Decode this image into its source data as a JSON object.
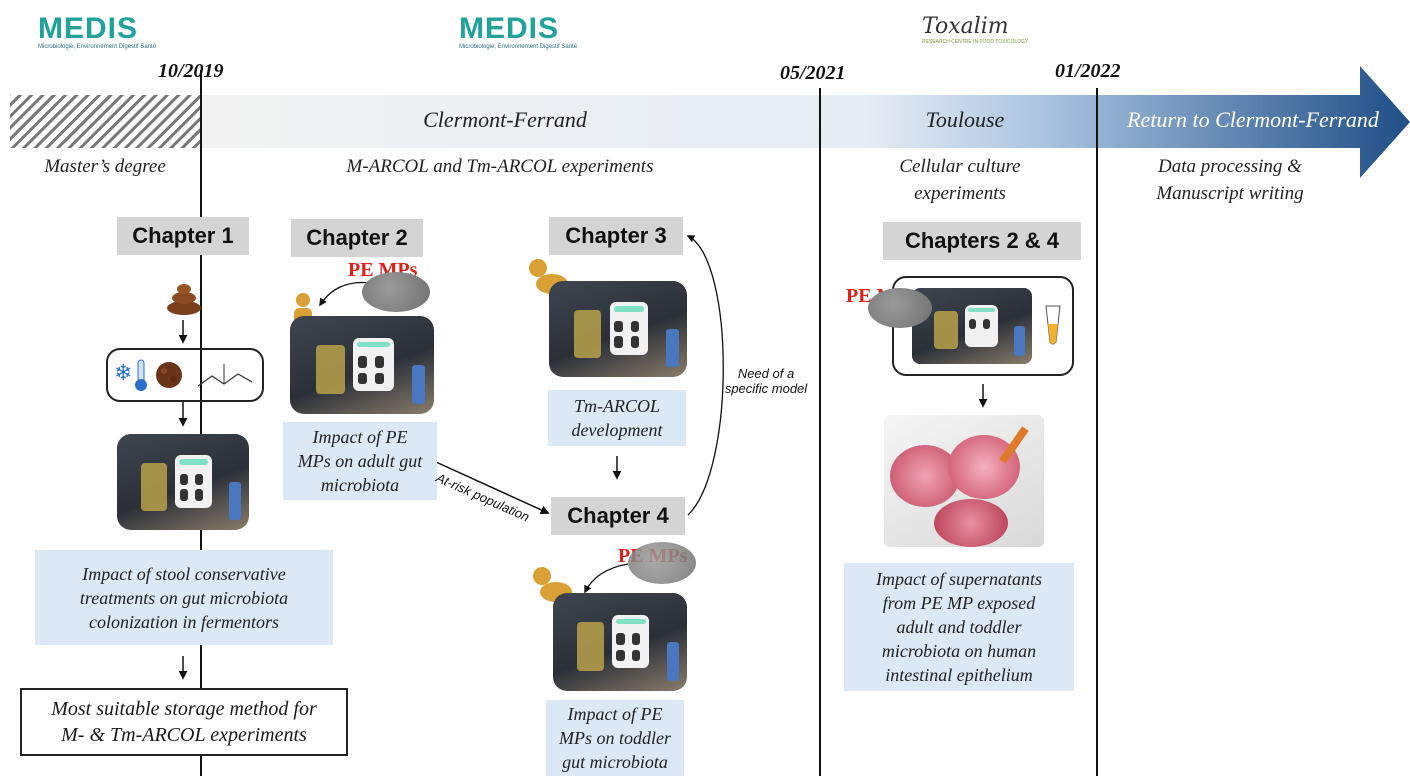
{
  "logos": {
    "medis_left": {
      "name": "MEDIS",
      "tagline": "Microbiologie, Environnement Digestif Santé"
    },
    "medis_center": {
      "name": "MEDIS",
      "tagline": "Microbiologie, Environnement Digestif Santé"
    },
    "toxalim": {
      "name": "Toxalim",
      "tagline": "RESEARCH CENTRE IN FOOD TOXICOLOGY"
    }
  },
  "dates": {
    "d1": "10/2019",
    "d2": "05/2021",
    "d3": "01/2022"
  },
  "timeline": {
    "cf": "Clermont-Ferrand",
    "toulouse": "Toulouse",
    "return": "Return to Clermont-Ferrand"
  },
  "subtitles": {
    "masters": "Master’s degree",
    "marcol": "M-ARCOL and Tm-ARCOL experiments",
    "cell1": "Cellular culture",
    "cell2": "experiments",
    "data1": "Data processing &",
    "data2": "Manuscript writing"
  },
  "chapters": {
    "c1": "Chapter 1",
    "c2": "Chapter 2",
    "c3": "Chapter 3",
    "c4": "Chapter 4",
    "c24": "Chapters 2 & 4"
  },
  "pe_label": "PE MPs",
  "boxes": {
    "stool": [
      "Impact of stool conservative",
      "treatments on gut microbiota",
      "colonization in fermentors"
    ],
    "storage": [
      "Most suitable storage method for",
      "M- & Tm-ARCOL experiments"
    ],
    "adult": [
      "Impact of PE",
      "MPs on adult gut",
      "microbiota"
    ],
    "tmarcol": [
      "Tm-ARCOL",
      "development"
    ],
    "toddler": [
      "Impact of PE",
      "MPs on toddler",
      "gut microbiota"
    ],
    "supernatant": [
      "Impact of supernatants",
      "from PE MP exposed",
      "adult and toddler",
      "microbiota on human",
      "intestinal epithelium"
    ]
  },
  "arrows": {
    "atrisk": "At-risk population",
    "need1": "Need of a",
    "need2": "specific model"
  },
  "colors": {
    "arrow_start": "#eef3f8",
    "arrow_end": "#1f4e86",
    "box_fill": "#dbe8f5",
    "chapter_fill": "#d4d4d4",
    "pe_red": "#e0201a"
  }
}
